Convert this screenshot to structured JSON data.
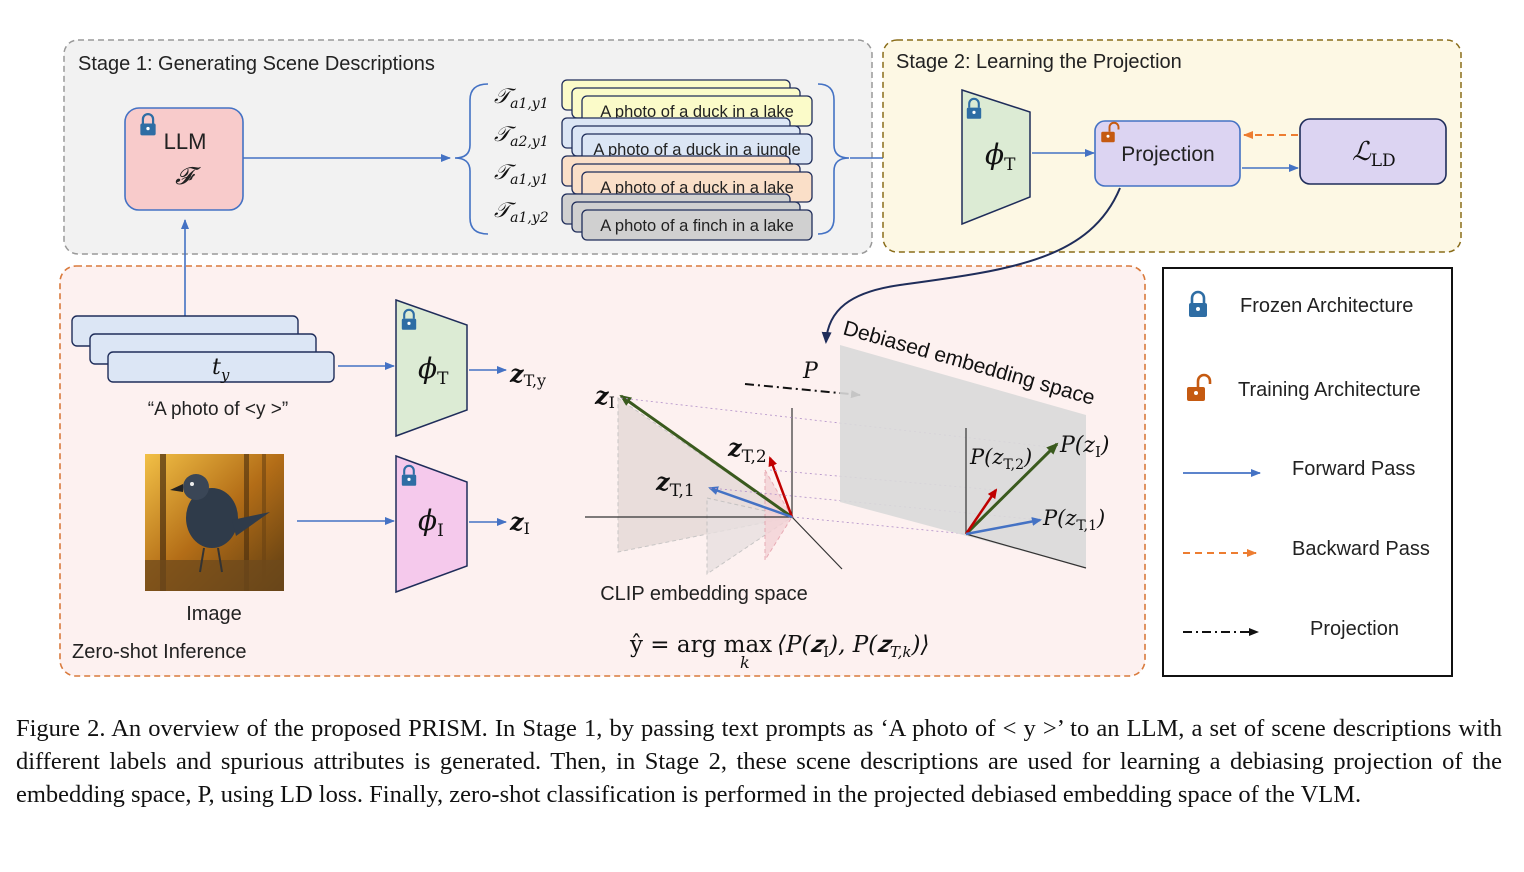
{
  "stage1": {
    "title": "Stage 1: Generating Scene Descriptions",
    "llm_label": "LLM",
    "llm_symbol": "𝓕",
    "descriptions": [
      {
        "subscript_label": "𝒯",
        "sub": "a1,y1",
        "text": "A photo of a duck in a lake",
        "color": "#fbfbc9"
      },
      {
        "subscript_label": "𝒯",
        "sub": "a2,y1",
        "text": "A photo of a duck in a jungle",
        "color": "#dce6f5"
      },
      {
        "subscript_label": "𝒯",
        "sub": "a1,y1",
        "text": "A photo of a duck in a lake",
        "color": "#fadfc8"
      },
      {
        "subscript_label": "𝒯",
        "sub": "a1,y2",
        "text": "A photo of a finch in a lake",
        "color": "#d0d0d0"
      }
    ]
  },
  "stage2": {
    "title": "Stage 2: Learning the Projection",
    "phi_t": "ϕ",
    "phi_t_sub": "T",
    "projection_label": "Projection",
    "loss_label": "ℒ",
    "loss_sub": "LD"
  },
  "inference": {
    "title": "Zero-shot Inference",
    "t_y": "t",
    "t_y_sub": "y",
    "prompt": "“A photo of <y >”",
    "image_label": "Image",
    "phi_t": "ϕ",
    "phi_t_sub": "T",
    "phi_i": "ϕ",
    "phi_i_sub": "I",
    "z_ty": "z",
    "z_ty_sub": "T,y",
    "z_i": "z",
    "z_i_sub": "I",
    "clip_label": "CLIP embedding space",
    "debiased_label": "Debiased embedding space",
    "p_label": "P",
    "vec_zi": "z",
    "vec_zi_sub": "I",
    "vec_zt2": "z",
    "vec_zt2_sub": "T,2",
    "vec_zt1": "z",
    "vec_zt1_sub": "T,1",
    "proj_zi": "P(z",
    "proj_zi_sub": "I",
    "proj_zt2": "P(z",
    "proj_zt2_sub": "T,2",
    "proj_zt1": "P(z",
    "proj_zt1_sub": "T,1",
    "formula": "ŷ = arg max⟨P(z_I), P(z_T,k)⟩",
    "formula_lhs": "ŷ = arg max",
    "formula_under": "k",
    "formula_rhs": "⟨P(𝒛",
    "formula_rhs_sub1": "I",
    "formula_mid": "), P(𝒛",
    "formula_rhs_sub2": "T,k",
    "formula_end": ")⟩"
  },
  "legend": {
    "frozen": "Frozen Architecture",
    "training": "Training Architecture",
    "forward": "Forward Pass",
    "backward": "Backward Pass",
    "projection": "Projection"
  },
  "colors": {
    "forward": "#4472c4",
    "backward": "#ed7d31",
    "lock_frozen": "#2e6da4",
    "lock_training": "#c55a11",
    "llm_fill": "#f8cbcb",
    "phi_t_fill": "#dcebd4",
    "phi_i_fill": "#f5c9ec",
    "projection_fill": "#dcd4f2",
    "stage1_bg": "#f2f2f2",
    "stage2_bg": "#fdf8e4",
    "inference_bg": "#fdf1f0"
  },
  "caption": "Figure 2. An overview of the proposed PRISM. In Stage 1, by passing text prompts as ‘A photo of < y >’ to an LLM, a set of scene descriptions with different labels and spurious attributes is generated. Then, in Stage 2, these scene descriptions are used for learning a debiasing projection of the embedding space, P, using LD loss. Finally, zero-shot classification is performed in the projected debiased embedding space of the VLM."
}
